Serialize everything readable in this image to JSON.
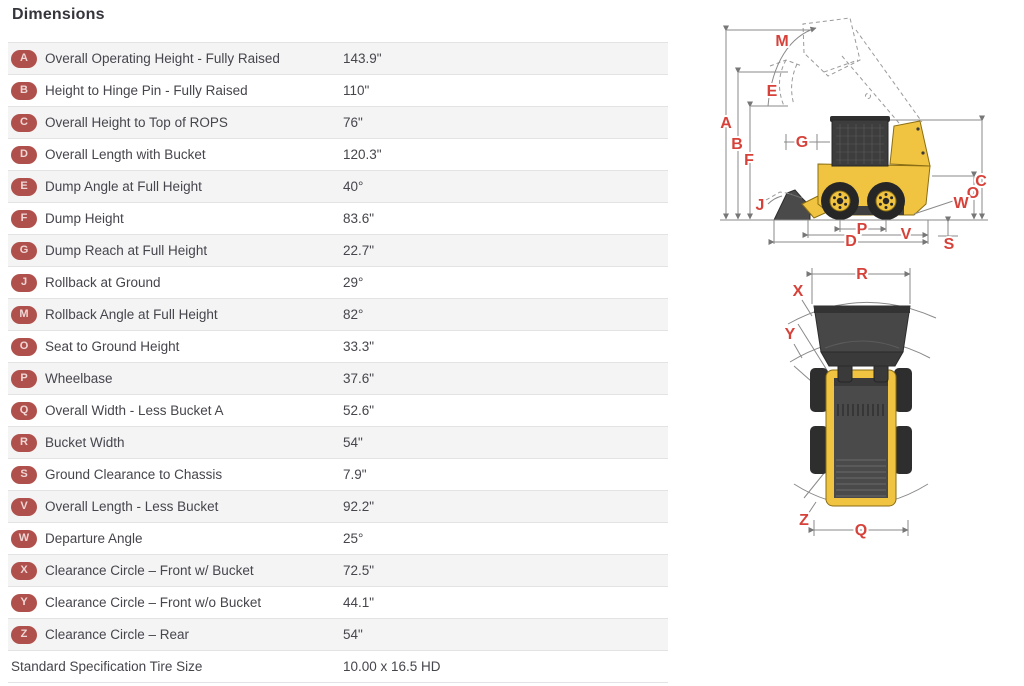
{
  "title": "Dimensions",
  "colors": {
    "badge": "#b0504c",
    "badge_text": "#efd7d5",
    "dimension_label": "#d6423a",
    "row_alt_bg": "#f4f4f5",
    "machine_yellow": "#f0c441",
    "machine_dark": "#3d3d3d"
  },
  "table": {
    "rows": [
      {
        "badge": "A",
        "label": "Overall Operating Height - Fully Raised",
        "value": "143.9\""
      },
      {
        "badge": "B",
        "label": "Height to Hinge Pin - Fully Raised",
        "value": "110\""
      },
      {
        "badge": "C",
        "label": "Overall Height to Top of ROPS",
        "value": "76\""
      },
      {
        "badge": "D",
        "label": "Overall Length with Bucket",
        "value": "120.3\""
      },
      {
        "badge": "E",
        "label": "Dump Angle at Full Height",
        "value": "40°"
      },
      {
        "badge": "F",
        "label": "Dump Height",
        "value": "83.6\""
      },
      {
        "badge": "G",
        "label": "Dump Reach at Full Height",
        "value": "22.7\""
      },
      {
        "badge": "J",
        "label": "Rollback at Ground",
        "value": "29°"
      },
      {
        "badge": "M",
        "label": "Rollback Angle at Full Height",
        "value": "82°"
      },
      {
        "badge": "O",
        "label": "Seat to Ground Height",
        "value": "33.3\""
      },
      {
        "badge": "P",
        "label": "Wheelbase",
        "value": "37.6\""
      },
      {
        "badge": "Q",
        "label": "Overall Width - Less Bucket A",
        "value": "52.6\""
      },
      {
        "badge": "R",
        "label": "Bucket Width",
        "value": "54\""
      },
      {
        "badge": "S",
        "label": "Ground Clearance to Chassis",
        "value": "7.9\""
      },
      {
        "badge": "V",
        "label": "Overall Length - Less Bucket",
        "value": "92.2\""
      },
      {
        "badge": "W",
        "label": "Departure Angle",
        "value": "25°"
      },
      {
        "badge": "X",
        "label": "Clearance Circle – Front w/ Bucket",
        "value": "72.5\""
      },
      {
        "badge": "Y",
        "label": "Clearance Circle – Front w/o Bucket",
        "value": "44.1\""
      },
      {
        "badge": "Z",
        "label": "Clearance Circle – Rear",
        "value": "54\""
      },
      {
        "badge": null,
        "label": "Standard Specification Tire Size",
        "value": "10.00 x 16.5 HD"
      }
    ]
  },
  "side_diagram": {
    "labels": {
      "a": "A",
      "b": "B",
      "f": "F",
      "m": "M",
      "e": "E",
      "g": "G",
      "j": "J",
      "c": "C",
      "o": "O",
      "w": "W",
      "s": "S",
      "p": "P",
      "v": "V",
      "d": "D"
    }
  },
  "top_diagram": {
    "labels": {
      "r": "R",
      "x": "X",
      "y": "Y",
      "z": "Z",
      "q": "Q"
    }
  }
}
